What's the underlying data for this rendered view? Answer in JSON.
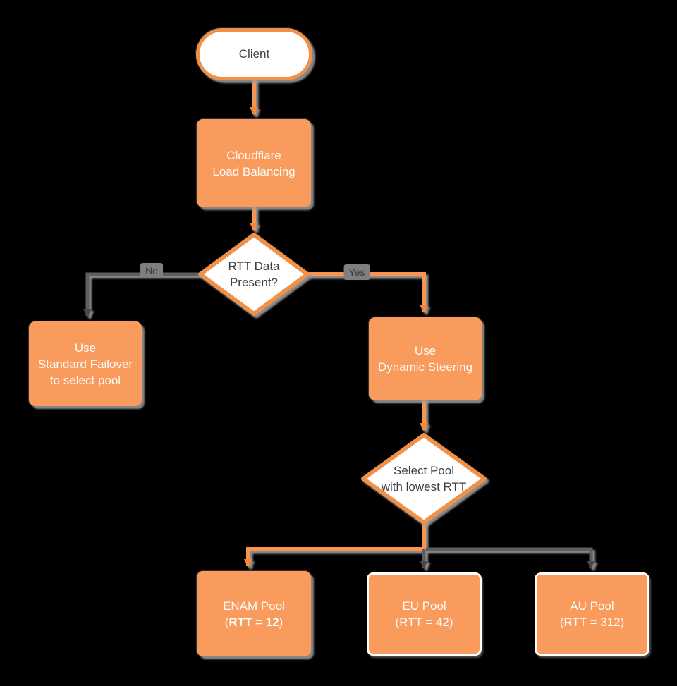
{
  "diagram": {
    "title_hint": "Cloudflare Load Balancing RTT steering flowchart",
    "nodes": {
      "client": {
        "title": "Client"
      },
      "load_balancer": {
        "line1": "Cloudflare",
        "line2": "Load Balancing"
      },
      "rtt_decision": {
        "line1": "RTT Data",
        "line2": "Present?"
      },
      "standard_failover": {
        "line1": "Use",
        "line2": "Standard Failover",
        "line3": "to select pool"
      },
      "dynamic_steering": {
        "line1": "Use",
        "line2": "Dynamic Steering"
      },
      "select_pool": {
        "line1": "Select Pool",
        "line2": "with lowest RTT"
      },
      "enam_pool": {
        "name": "ENAM Pool",
        "rtt_open": "(",
        "rtt_bold": "RTT = 12",
        "rtt_close": ")"
      },
      "eu_pool": {
        "name": "EU Pool",
        "rtt": "(RTT = 42)"
      },
      "au_pool": {
        "name": "AU Pool",
        "rtt": "(RTT = 312)"
      }
    },
    "edges": {
      "no_label": "No",
      "yes_label": "Yes"
    },
    "colors": {
      "background": "#000000",
      "orange_fill": "#F89B5C",
      "orange_stroke": "#F0914A",
      "gray_connector": "#5E5E5E",
      "arrow_dark": "#4A4A4A",
      "edge_label_bg": "#7F7F7F",
      "text_on_orange": "#FDFBF7",
      "text_dark": "#3F3F3F"
    }
  }
}
